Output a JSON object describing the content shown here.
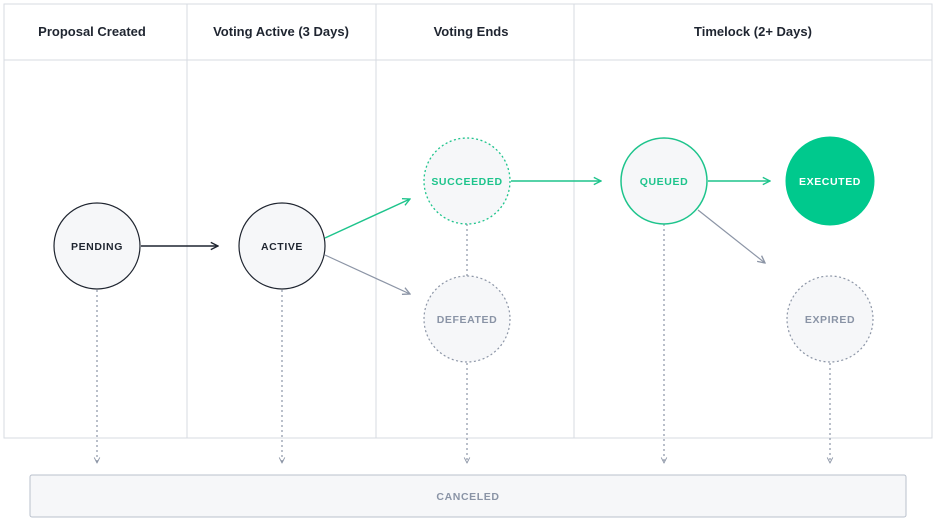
{
  "columns": [
    {
      "id": "proposal_created",
      "label": "Proposal Created"
    },
    {
      "id": "voting_active",
      "label": "Voting Active (3 Days)"
    },
    {
      "id": "voting_ends",
      "label": "Voting Ends"
    },
    {
      "id": "timelock",
      "label": "Timelock (2+ Days)"
    }
  ],
  "states": {
    "pending": {
      "label": "PENDING",
      "style": "default"
    },
    "active": {
      "label": "ACTIVE",
      "style": "default"
    },
    "succeeded": {
      "label": "SUCCEEDED",
      "style": "green-dotted"
    },
    "defeated": {
      "label": "DEFEATED",
      "style": "gray-dotted"
    },
    "queued": {
      "label": "QUEUED",
      "style": "green-solid"
    },
    "executed": {
      "label": "EXECUTED",
      "style": "green-filled"
    },
    "expired": {
      "label": "EXPIRED",
      "style": "gray-dotted"
    },
    "canceled": {
      "label": "CANCELED",
      "style": "bar"
    }
  },
  "transitions": [
    {
      "from": "pending",
      "to": "active"
    },
    {
      "from": "active",
      "to": "succeeded"
    },
    {
      "from": "active",
      "to": "defeated"
    },
    {
      "from": "succeeded",
      "to": "queued"
    },
    {
      "from": "queued",
      "to": "executed"
    },
    {
      "from": "queued",
      "to": "expired"
    },
    {
      "from": "pending",
      "to": "canceled"
    },
    {
      "from": "active",
      "to": "canceled"
    },
    {
      "from": "defeated",
      "to": "canceled"
    },
    {
      "from": "queued",
      "to": "canceled"
    },
    {
      "from": "expired",
      "to": "canceled"
    }
  ],
  "colors": {
    "green": "#1ec48c",
    "green_fill": "#00c98d",
    "dark": "#1f2530",
    "gray_text": "#8a94a6",
    "gray_line": "#8c95a6",
    "border": "#d7dbe2",
    "node_fill": "#f6f7f9"
  }
}
